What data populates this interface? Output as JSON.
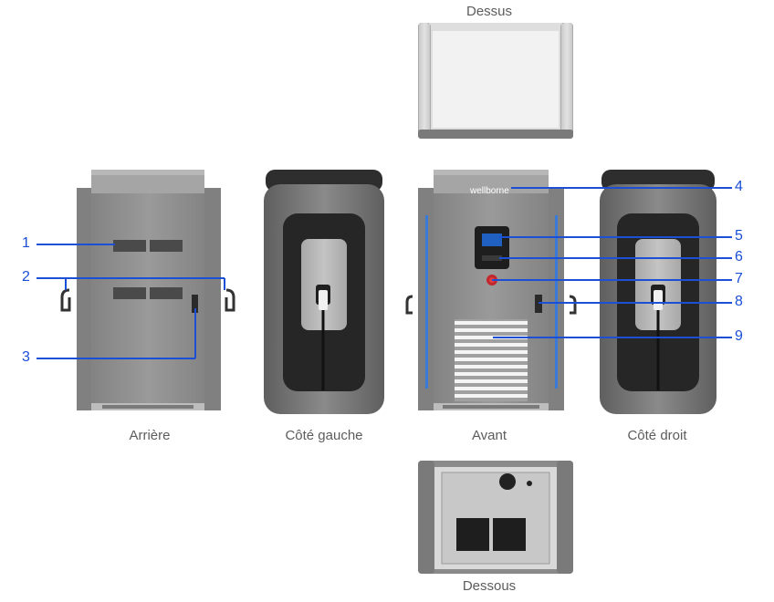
{
  "views": {
    "top": "Dessus",
    "rear": "Arrière",
    "left_side": "Côté gauche",
    "front": "Avant",
    "right_side": "Côté droit",
    "bottom": "Dessous"
  },
  "brand": "wellborne",
  "callouts": [
    "1",
    "2",
    "3",
    "4",
    "5",
    "6",
    "7",
    "8",
    "9"
  ],
  "colors": {
    "callout_blue": "#1a4fd6",
    "body_gray": "#8e8e8e",
    "panel_dark": "#2b2b2b",
    "label_gray": "#5c5c5c"
  }
}
